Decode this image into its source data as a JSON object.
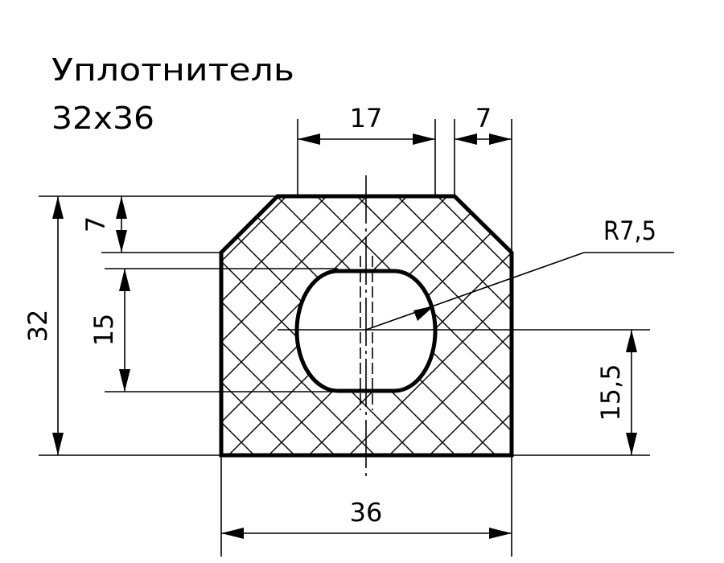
{
  "title": {
    "line1": "Уплотнитель",
    "line2": "32x36"
  },
  "dimensions": {
    "top_width": "17",
    "top_right": "7",
    "left_chamfer": "7",
    "overall_height": "32",
    "hole_height": "15",
    "radius": "R7,5",
    "hole_center_height": "15,5",
    "overall_width": "36"
  }
}
